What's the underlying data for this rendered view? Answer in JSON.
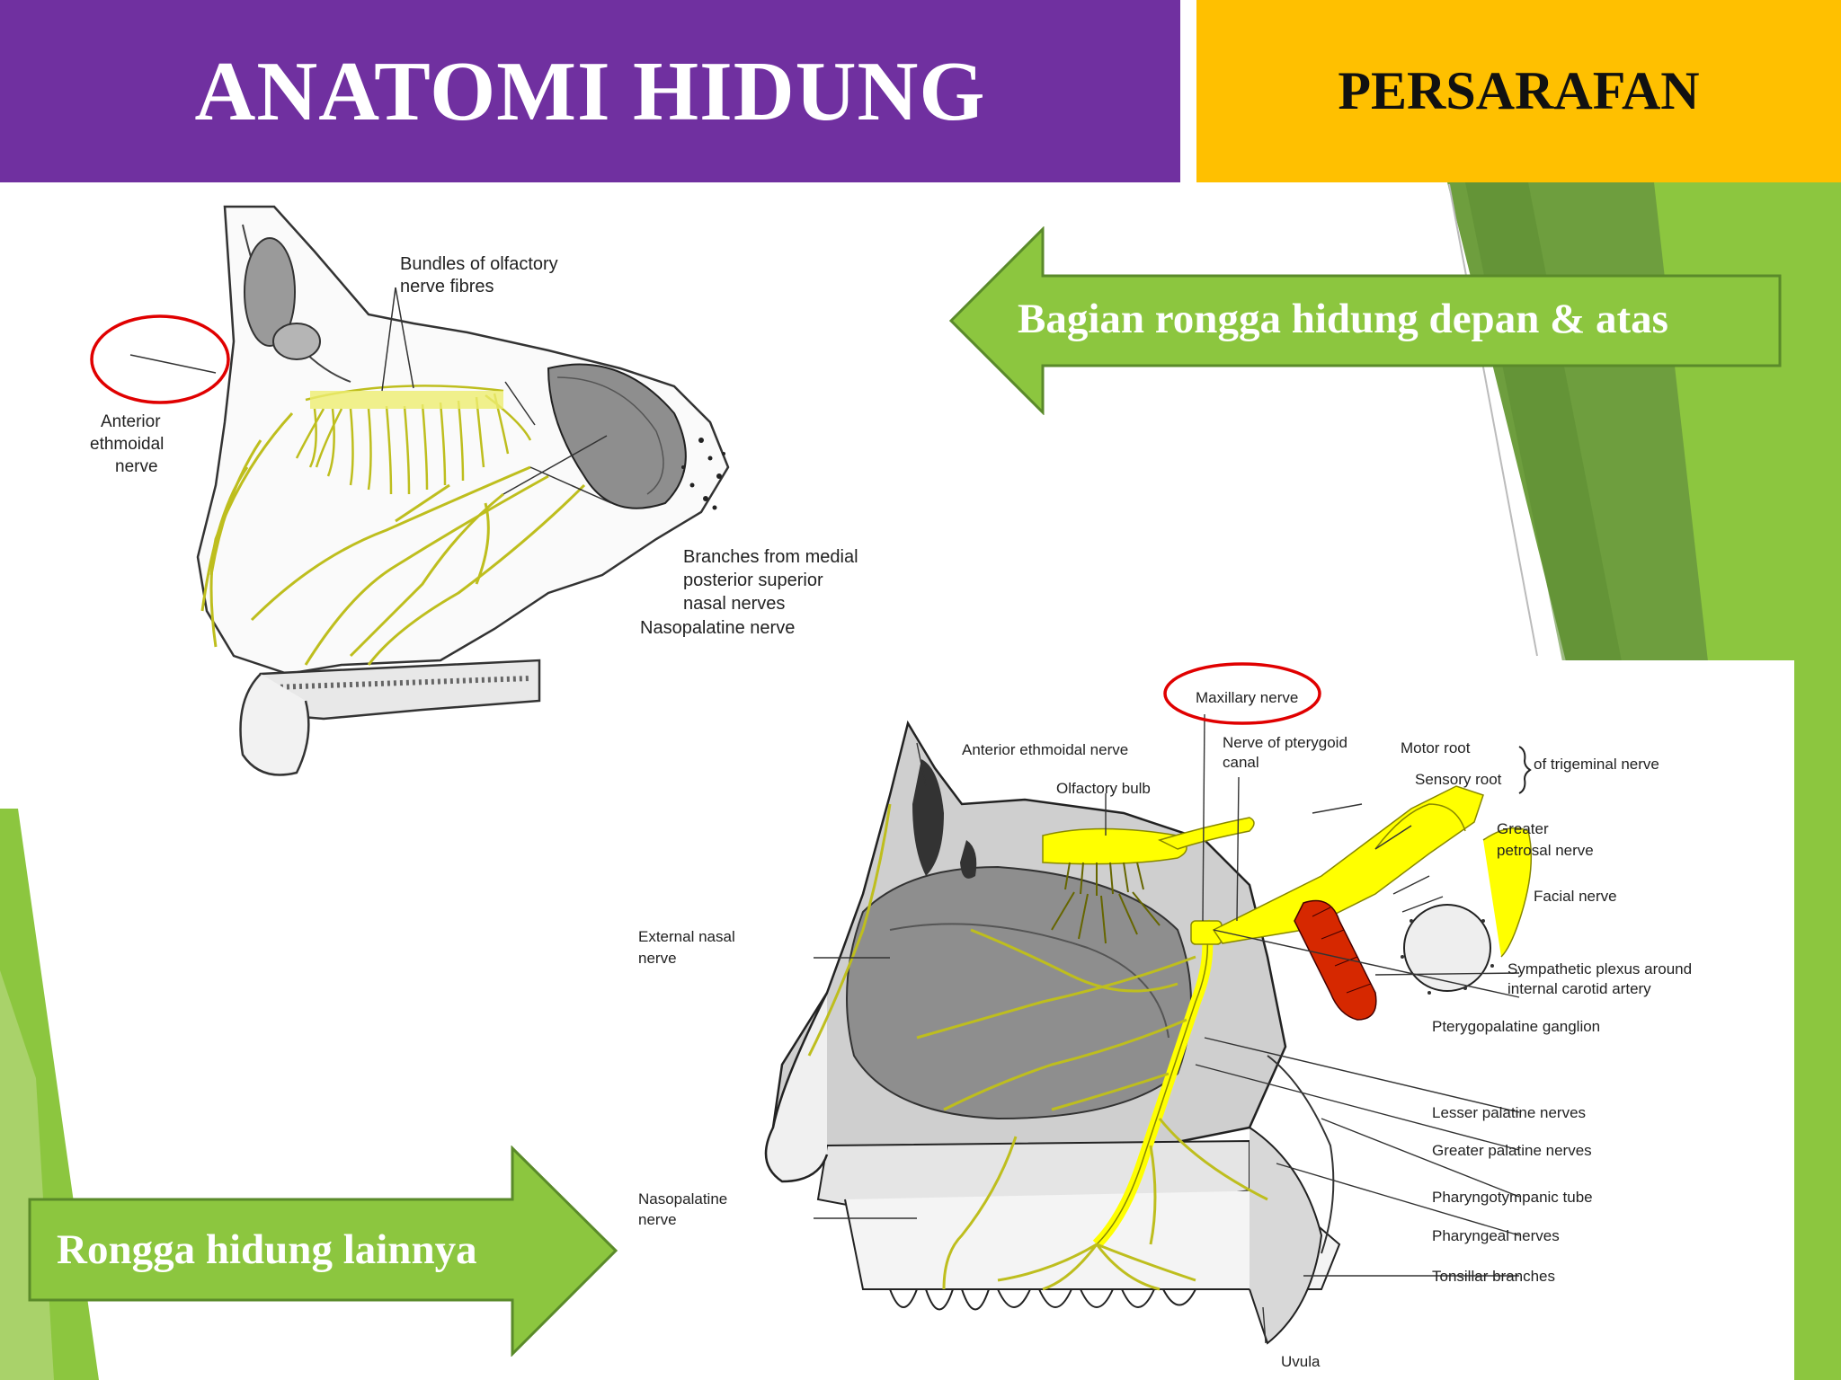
{
  "slide": {
    "title": "ANATOMI HIDUNG",
    "section_tag": "PERSARAFAN",
    "colors": {
      "title_bar": "#7030A0",
      "tag_bar": "#FFC000",
      "green": "#8CC63F",
      "nerve": "#FFFF00",
      "highlight_circle": "#E00000",
      "artery": "#D62800"
    }
  },
  "callouts": {
    "upper": "Bagian rongga hidung depan & atas",
    "lower": "Rongga hidung lainnya"
  },
  "diagram_top": {
    "labels": {
      "olfactory_l1": "Bundles of olfactory",
      "olfactory_l2": "nerve fibres",
      "ant_eth_l1": "Anterior",
      "ant_eth_l2": "ethmoidal",
      "ant_eth_l3": "nerve",
      "branches_l1": "Branches from medial",
      "branches_l2": "posterior superior",
      "branches_l3": "nasal nerves",
      "nasopalatine": "Nasopalatine nerve"
    }
  },
  "diagram_bottom": {
    "labels": {
      "maxillary": "Maxillary nerve",
      "ant_eth": "Anterior ethmoidal nerve",
      "olfactory_bulb": "Olfactory bulb",
      "pterygoid_l1": "Nerve of pterygoid",
      "pterygoid_l2": "canal",
      "motor_root": "Motor root",
      "sensory_root": "Sensory root",
      "trigeminal": "of trigeminal nerve",
      "greater_petrosal_l1": "Greater",
      "greater_petrosal_l2": "petrosal nerve",
      "facial": "Facial nerve",
      "sympathetic_l1": "Sympathetic plexus around",
      "sympathetic_l2": "internal carotid artery",
      "pterygopalatine": "Pterygopalatine ganglion",
      "external_nasal_l1": "External nasal",
      "external_nasal_l2": "nerve",
      "lesser_palatine": "Lesser palatine nerves",
      "greater_palatine": "Greater palatine nerves",
      "pharyngotympanic": "Pharyngotympanic tube",
      "pharyngeal": "Pharyngeal nerves",
      "tonsillar": "Tonsillar branches",
      "nasopalatine_l1": "Nasopalatine",
      "nasopalatine_l2": "nerve",
      "uvula": "Uvula"
    }
  }
}
